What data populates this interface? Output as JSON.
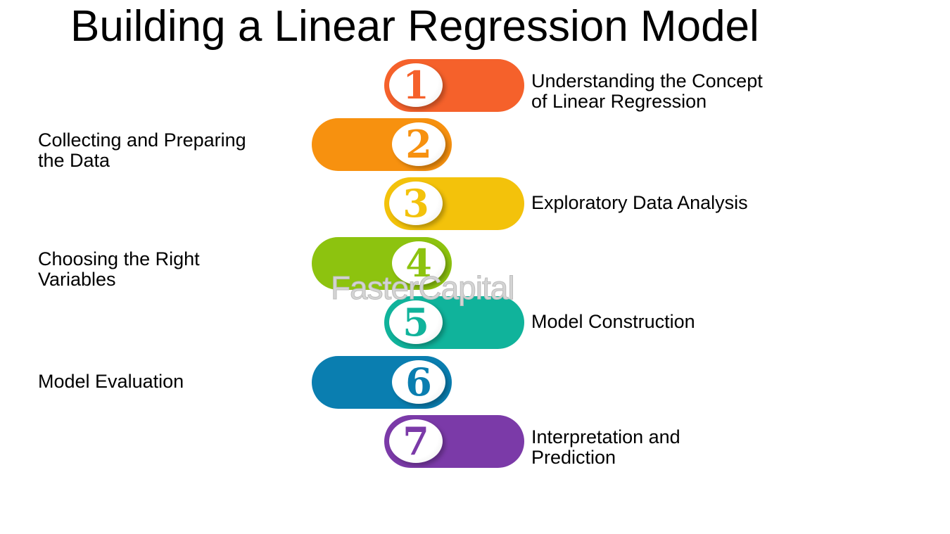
{
  "title": "Building a Linear Regression Model",
  "watermark": "FasterCapital",
  "steps": [
    {
      "number": "1",
      "label_line1": "Understanding the Concept",
      "label_line2": "of Linear Regression",
      "color": "#f5612b"
    },
    {
      "number": "2",
      "label_line1": "Collecting and Preparing",
      "label_line2": "the Data",
      "color": "#f7910f"
    },
    {
      "number": "3",
      "label_line1": "Exploratory Data Analysis",
      "label_line2": "",
      "color": "#f3c20b"
    },
    {
      "number": "4",
      "label_line1": "Choosing the Right",
      "label_line2": "Variables",
      "color": "#8dc30f"
    },
    {
      "number": "5",
      "label_line1": "Model Construction",
      "label_line2": "",
      "color": "#10b39b"
    },
    {
      "number": "6",
      "label_line1": "Model Evaluation",
      "label_line2": "",
      "color": "#0a7eb0"
    },
    {
      "number": "7",
      "label_line1": "Interpretation and",
      "label_line2": "Prediction",
      "color": "#7b3aa8"
    }
  ]
}
